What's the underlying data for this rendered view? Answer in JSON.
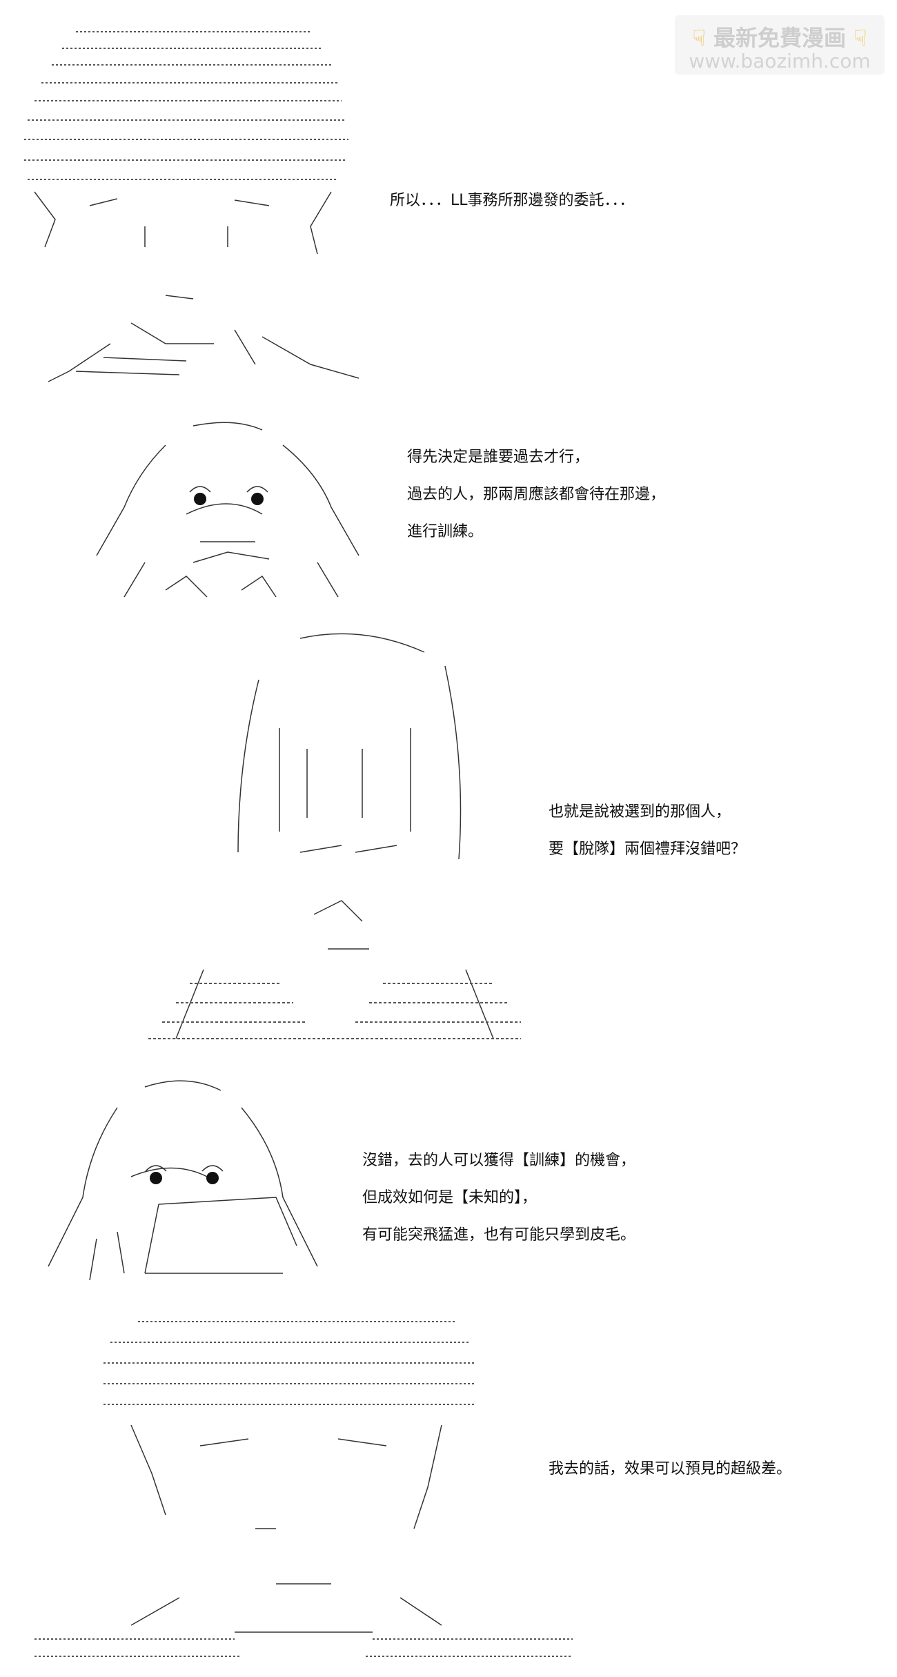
{
  "watermark": {
    "title": "最新免費漫画",
    "url": "www.baozimh.com",
    "hand_icon": "pointing-hand-icon"
  },
  "panels": [
    {
      "lines": [
        "所以．．．LL事務所那邊發的委託．．．"
      ]
    },
    {
      "lines": [
        "得先決定是誰要過去才行，",
        "過去的人，那兩周應該都會待在那邊，",
        "進行訓練。"
      ]
    },
    {
      "lines": [
        "也就是說被選到的那個人，",
        "要【脫隊】兩個禮拜沒錯吧？"
      ]
    },
    {
      "lines": [
        "沒錯，去的人可以獲得【訓練】的機會，",
        "但成效如何是【未知的】，",
        "有可能突飛猛進，也有可能只學到皮毛。"
      ]
    },
    {
      "lines": [
        "我去的話，效果可以預見的超級差。"
      ]
    }
  ]
}
